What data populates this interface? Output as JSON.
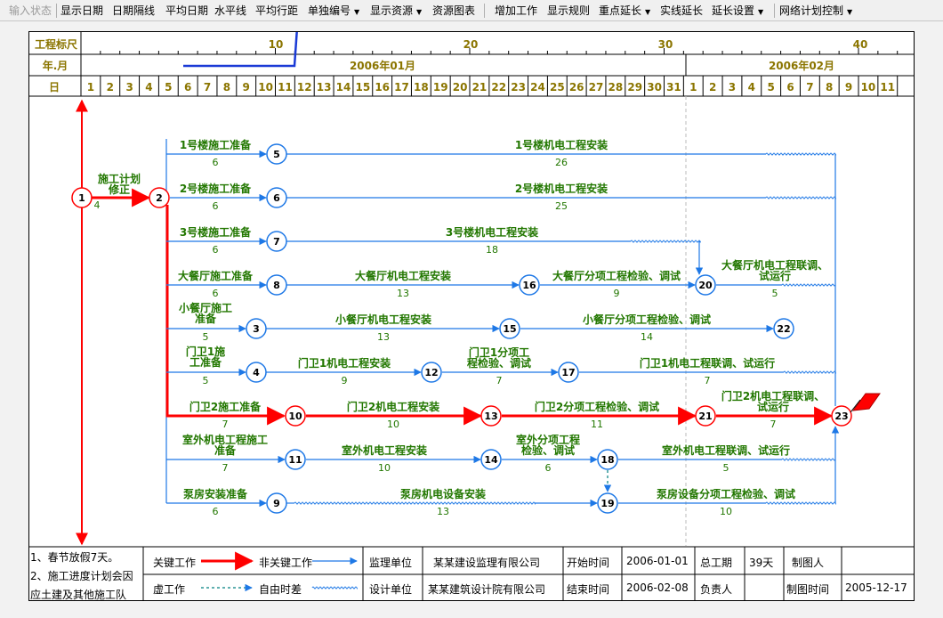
{
  "toolbar": [
    {
      "label": "输入状态",
      "disabled": true
    },
    {
      "label": "显示日期"
    },
    {
      "label": "日期隔线"
    },
    {
      "label": "平均日期"
    },
    {
      "label": "水平线"
    },
    {
      "label": "平均行距",
      "highlight": true
    },
    {
      "label": "单独编号",
      "dropdown": true
    },
    {
      "label": "显示资源",
      "dropdown": true
    },
    {
      "label": "资源图表"
    },
    {
      "label": "增加工作"
    },
    {
      "label": "显示规则"
    },
    {
      "label": "重点延长",
      "dropdown": true
    },
    {
      "label": "实线延长"
    },
    {
      "label": "延长设置",
      "dropdown": true
    },
    {
      "label": "网络计划控制",
      "dropdown": true
    }
  ],
  "colors": {
    "critical": "#ff0000",
    "normal": "#1e78e6",
    "text": "#227700",
    "scale": "#8b7500",
    "annotation": "#1a3ad6"
  },
  "scale": {
    "ruler_label": "工程标尺",
    "month_label": "年.月",
    "day_label": "日",
    "ruler_ticks": [
      "10",
      "20",
      "30",
      "40"
    ],
    "months": [
      "2006年01月",
      "2006年02月"
    ],
    "days": [
      "1",
      "2",
      "3",
      "4",
      "5",
      "6",
      "7",
      "8",
      "9",
      "10",
      "11",
      "12",
      "13",
      "14",
      "15",
      "16",
      "17",
      "18",
      "19",
      "20",
      "21",
      "22",
      "23",
      "24",
      "25",
      "26",
      "27",
      "28",
      "29",
      "30",
      "31",
      "1",
      "2",
      "3",
      "4",
      "5",
      "6",
      "7",
      "8",
      "9",
      "10",
      "11"
    ]
  },
  "network": {
    "nodes": [
      "1",
      "2",
      "3",
      "4",
      "5",
      "6",
      "7",
      "8",
      "9",
      "10",
      "11",
      "12",
      "13",
      "14",
      "15",
      "16",
      "17",
      "18",
      "19",
      "20",
      "21",
      "22",
      "23"
    ],
    "activities": [
      {
        "name": "施工计划修正",
        "duration": "4",
        "critical": true
      },
      {
        "name": "1号楼施工准备",
        "duration": "6"
      },
      {
        "name": "1号楼机电工程安装",
        "duration": "26"
      },
      {
        "name": "2号楼施工准备",
        "duration": "6"
      },
      {
        "name": "2号楼机电工程安装",
        "duration": "25"
      },
      {
        "name": "3号楼施工准备",
        "duration": "6"
      },
      {
        "name": "3号楼机电工程安装",
        "duration": "18"
      },
      {
        "name": "大餐厅施工准备",
        "duration": "6"
      },
      {
        "name": "大餐厅机电工程安装",
        "duration": "13"
      },
      {
        "name": "大餐厅分项工程检验、调试",
        "duration": "9"
      },
      {
        "name": "大餐厅机电工程联调、试运行",
        "duration": "5"
      },
      {
        "name": "小餐厅施工准备",
        "duration": "5"
      },
      {
        "name": "小餐厅机电工程安装",
        "duration": "13"
      },
      {
        "name": "小餐厅分项工程检验、调试",
        "duration": "14"
      },
      {
        "name": "门卫1施工准备",
        "duration": "5"
      },
      {
        "name": "门卫1机电工程安装",
        "duration": "9"
      },
      {
        "name": "门卫1分项工程检验、调试",
        "duration": "7"
      },
      {
        "name": "门卫1机电工程联调、试运行",
        "duration": "7"
      },
      {
        "name": "门卫2施工准备",
        "duration": "7",
        "critical": true
      },
      {
        "name": "门卫2机电工程安装",
        "duration": "10",
        "critical": true
      },
      {
        "name": "门卫2分项工程检验、调试",
        "duration": "11",
        "critical": true
      },
      {
        "name": "门卫2机电工程联调、试运行",
        "duration": "7",
        "critical": true
      },
      {
        "name": "室外机电工程施工准备",
        "duration": "7"
      },
      {
        "name": "室外机电工程安装",
        "duration": "10"
      },
      {
        "name": "室外分项工程检验、调试",
        "duration": "6"
      },
      {
        "name": "室外机电工程联调、试运行",
        "duration": "5"
      },
      {
        "name": "泵房安装准备",
        "duration": "6"
      },
      {
        "name": "泵房机电设备安装",
        "duration": "13"
      },
      {
        "name": "泵房设备分项工程检验、调试",
        "duration": "10"
      }
    ]
  },
  "legend": {
    "notes": [
      "1、春节放假7天。",
      "2、施工进度计划会因",
      "应土建及其他施工队"
    ],
    "critical_label": "关键工作",
    "normal_label": "非关键工作",
    "virtual_label": "虚工作",
    "free_float_label": "自由时差",
    "supervisor_label": "监理单位",
    "supervisor": "某某建设监理有限公司",
    "designer_label": "设计单位",
    "designer": "某某建筑设计院有限公司",
    "start_label": "开始时间",
    "start": "2006-01-01",
    "end_label": "结束时间",
    "end": "2006-02-08",
    "total_label": "总工期",
    "total": "39天",
    "manager_label": "负责人",
    "manager": "",
    "drafter_label": "制图人",
    "drafter": "",
    "date_label": "制图时间",
    "date": "2005-12-17"
  }
}
